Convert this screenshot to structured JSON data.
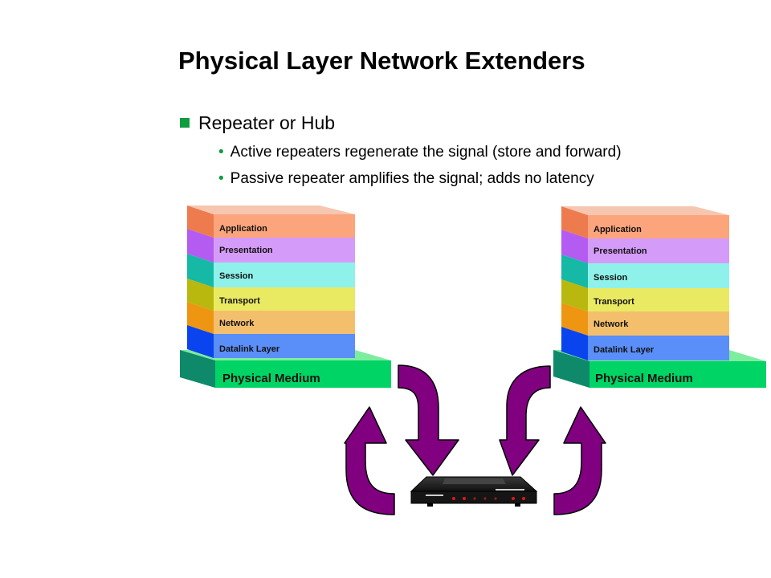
{
  "title": "Physical Layer Network Extenders",
  "bullets": {
    "main": "Repeater or Hub",
    "sub": [
      "Active repeaters regenerate the signal (store and forward)",
      "Passive repeater amplifies the signal; adds no latency"
    ]
  },
  "stacks": [
    {
      "layers": [
        "Application",
        "Presentation",
        "Session",
        "Transport",
        "Network",
        "Datalink Layer"
      ],
      "medium": "Physical Medium"
    },
    {
      "layers": [
        "Application",
        "Presentation",
        "Session",
        "Transport",
        "Network",
        "Datalink Layer"
      ],
      "medium": "Physical Medium"
    }
  ],
  "colors": {
    "bullet": "#0e9c3e",
    "arrow": "#800080",
    "layers_front": [
      "#fca47c",
      "#d49cf8",
      "#8ef2ea",
      "#eaea62",
      "#f4bf6c",
      "#5a8ef8"
    ],
    "layers_side": [
      "#ee7b4e",
      "#b45cf2",
      "#16b8a6",
      "#b8b80e",
      "#ee9612",
      "#0a44ee"
    ],
    "medium_front": "#00d464",
    "medium_side": "#0e8a6a",
    "medium_top": "#7eec9e"
  },
  "device": {
    "icon": "hub-device-icon"
  }
}
